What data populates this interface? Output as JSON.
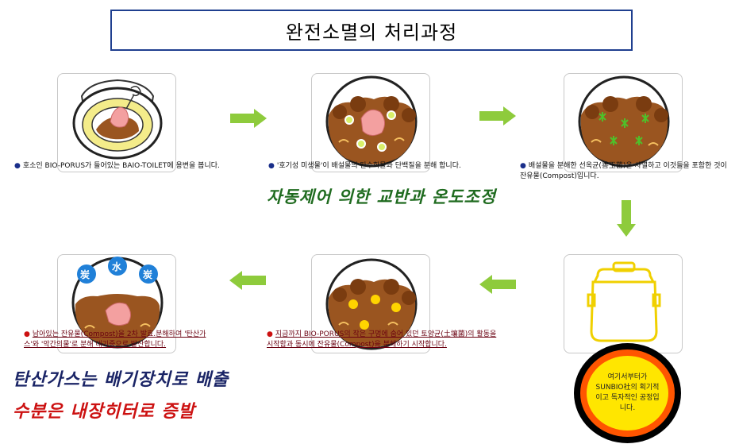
{
  "title": "완전소멸의 처리과정",
  "captions": {
    "step1": "호소인 BIO-PORUS가 들어있는 BAIO-TOILET에 용변을 봅니다.",
    "step2": "'호기성 미생물'이 배설물의 탄수화물과 단백질을 분해 합니다.",
    "step3": "배설물을 분해한 선옥균(善玉菌)은 사멸하고 이것들을 포함한 것이 잔유물(Compost)입니다.",
    "step5": "지금까지 BIO-PORUS의 작은 구멍에 숨어 있던 토양균(土壤菌)의 활동을 시작함과 동시에 잔유물(Compost)을 분해하기 시작합니다.",
    "step6": "남아있는 잔유물(Compost)을 2차 발효.분해하여 '탄산가스'와 '악간의물'로 분해 대기중으로 발산합니다."
  },
  "highlights": {
    "auto_control": "자동제어 의한 교반과 온도조정",
    "co2_exhaust": "탄산가스는 배기장치로 배출",
    "water_evap": "수분은 내장히터로 증발"
  },
  "badge": {
    "text": "여기서부터가 SUNBIO社의 획기적이고 독자적인 공정입니다."
  },
  "icon_labels": {
    "gas1": "炭",
    "water": "水",
    "gas2": "炭"
  },
  "colors": {
    "arrow_green": "#8ecb3c",
    "soil_brown": "#9a5520",
    "title_border": "#1f3f8f"
  }
}
